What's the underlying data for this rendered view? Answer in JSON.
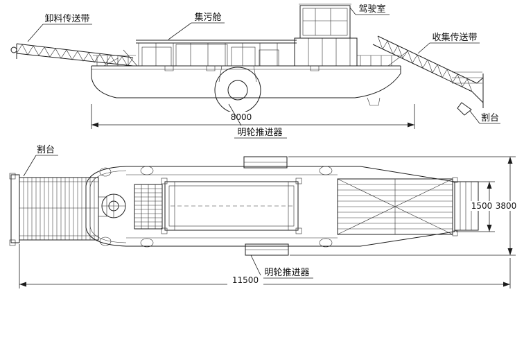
{
  "side_view": {
    "labels": {
      "unloading_conveyor": "卸料传送带",
      "trash_cabin": "集污舱",
      "cockpit": "驾驶室",
      "collecting_conveyor": "收集传送带",
      "cutting_header": "割台",
      "paddle_wheel": "明轮推进器"
    },
    "dimensions": {
      "hull_length": "8000"
    }
  },
  "plan_view": {
    "labels": {
      "cutting_header": "割台",
      "paddle_wheel": "明轮推进器"
    },
    "dimensions": {
      "beam": "1500",
      "overall_width": "3800",
      "overall_length": "11500"
    }
  },
  "drawing_colors": {
    "line": "#1c1c1c",
    "background": "#ffffff"
  }
}
